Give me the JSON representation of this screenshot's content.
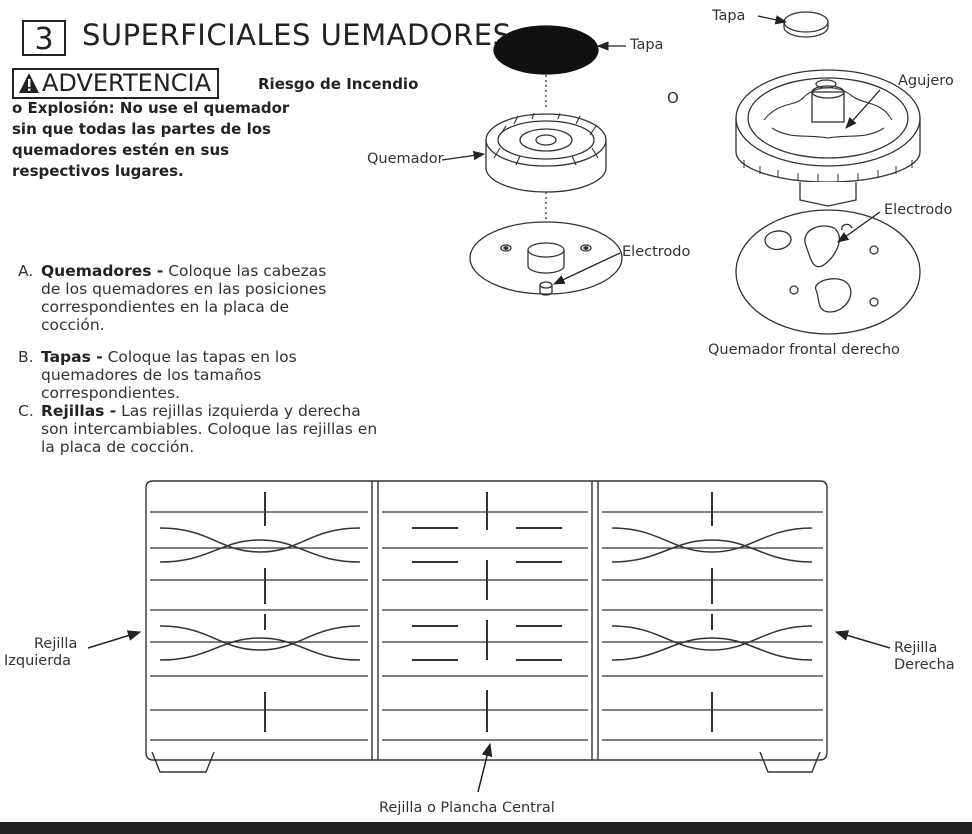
{
  "section": {
    "number": "3",
    "title": "SUPERFICIALES UEMADORES"
  },
  "warning": {
    "label": "ADVERTENCIA",
    "heading": "Riesgo de Incendio",
    "body": "o Explosión: No use el quemador sin que todas las partes de los quemadores estén en sus respectivos lugares."
  },
  "instructions": [
    {
      "letter": "A.",
      "term": "Quemadores -",
      "text": " Coloque las cabezas de los quemadores en las posiciones correspondientes en la placa de cocción."
    },
    {
      "letter": "B.",
      "term": "Tapas -",
      "text": " Coloque las tapas en los quemadores de los tamaños correspondientes."
    },
    {
      "letter": "C.",
      "term": "Rejillas -",
      "text": " Las rejillas izquierda y derecha son intercambiables. Coloque las rejillas en la placa de cocción."
    }
  ],
  "diagram_left": {
    "cap_label": "Tapa",
    "burner_label": "Quemador",
    "electrode_label": "Electrodo"
  },
  "separator_or": "O",
  "diagram_right": {
    "cap_label": "Tapa",
    "hole_label": "Agujero",
    "electrode_label": "Electrodo",
    "caption": "Quemador frontal derecho"
  },
  "grates": {
    "left_label_1": "Rejilla",
    "left_label_2": "Izquierda",
    "right_label_1": "Rejilla",
    "right_label_2": "Derecha",
    "center_label": "Rejilla o Plancha Central"
  }
}
